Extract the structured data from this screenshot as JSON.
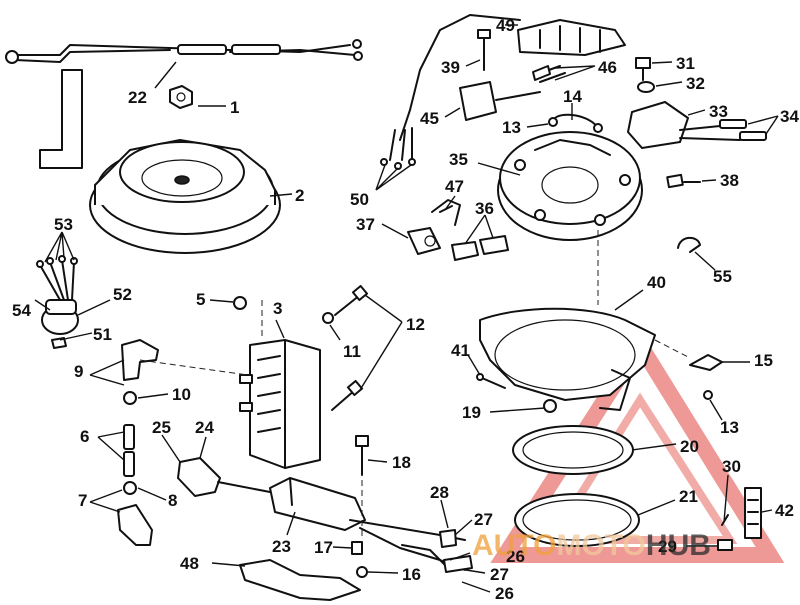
{
  "callouts": [
    {
      "id": "22",
      "text": "22"
    },
    {
      "id": "1",
      "text": "1"
    },
    {
      "id": "2",
      "text": "2"
    },
    {
      "id": "53",
      "text": "53"
    },
    {
      "id": "54",
      "text": "54"
    },
    {
      "id": "52",
      "text": "52"
    },
    {
      "id": "51",
      "text": "51"
    },
    {
      "id": "5",
      "text": "5"
    },
    {
      "id": "3",
      "text": "3"
    },
    {
      "id": "12",
      "text": "12"
    },
    {
      "id": "11",
      "text": "11"
    },
    {
      "id": "9",
      "text": "9"
    },
    {
      "id": "10",
      "text": "10"
    },
    {
      "id": "6",
      "text": "6"
    },
    {
      "id": "25",
      "text": "25"
    },
    {
      "id": "24",
      "text": "24"
    },
    {
      "id": "18",
      "text": "18"
    },
    {
      "id": "7",
      "text": "7"
    },
    {
      "id": "8",
      "text": "8"
    },
    {
      "id": "28",
      "text": "28"
    },
    {
      "id": "27a",
      "text": "27"
    },
    {
      "id": "23",
      "text": "23"
    },
    {
      "id": "17",
      "text": "17"
    },
    {
      "id": "26a",
      "text": "26"
    },
    {
      "id": "48",
      "text": "48"
    },
    {
      "id": "16",
      "text": "16"
    },
    {
      "id": "27b",
      "text": "27"
    },
    {
      "id": "26b",
      "text": "26"
    },
    {
      "id": "49",
      "text": "49"
    },
    {
      "id": "39",
      "text": "39"
    },
    {
      "id": "46",
      "text": "46"
    },
    {
      "id": "31",
      "text": "31"
    },
    {
      "id": "32",
      "text": "32"
    },
    {
      "id": "45",
      "text": "45"
    },
    {
      "id": "14",
      "text": "14"
    },
    {
      "id": "13a",
      "text": "13"
    },
    {
      "id": "33",
      "text": "33"
    },
    {
      "id": "34",
      "text": "34"
    },
    {
      "id": "35",
      "text": "35"
    },
    {
      "id": "38",
      "text": "38"
    },
    {
      "id": "47",
      "text": "47"
    },
    {
      "id": "50",
      "text": "50"
    },
    {
      "id": "36",
      "text": "36"
    },
    {
      "id": "37",
      "text": "37"
    },
    {
      "id": "55",
      "text": "55"
    },
    {
      "id": "40",
      "text": "40"
    },
    {
      "id": "41",
      "text": "41"
    },
    {
      "id": "15",
      "text": "15"
    },
    {
      "id": "19",
      "text": "19"
    },
    {
      "id": "13b",
      "text": "13"
    },
    {
      "id": "20",
      "text": "20"
    },
    {
      "id": "30",
      "text": "30"
    },
    {
      "id": "21",
      "text": "21"
    },
    {
      "id": "42",
      "text": "42"
    },
    {
      "id": "29",
      "text": "29"
    }
  ],
  "watermark": {
    "part1": "AUTO",
    "part2": "MOTO",
    "part3": "HUB",
    "color_primary": "#f0a03c",
    "color_secondary": "#f2c89a",
    "color_tertiary": "#2a2a2a",
    "triangle_color": "#e0463f"
  }
}
